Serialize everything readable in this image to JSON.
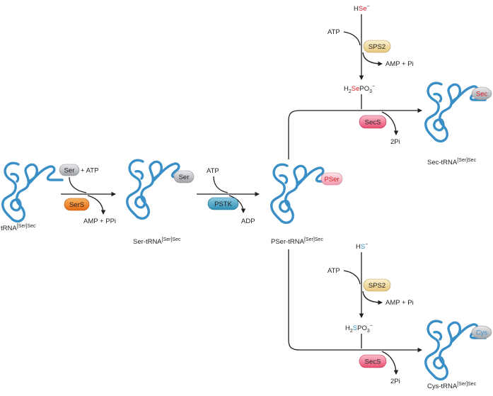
{
  "colors": {
    "trna": "#3a8fc7",
    "ser_pill": "#c8c9cc",
    "sers_enzyme": "#f07c1e",
    "pstk_enzyme": "#3d9ebf",
    "sps2_enzyme": "#f4dfa6",
    "secs_enzyme": "#f06b85",
    "pser_pill": "#f6a9b8",
    "sec_pill": "#c8c9cc",
    "cys_pill": "#c8c9cc",
    "selenium_text": "#d7202a",
    "sulfur_text": "#3a8fc7"
  },
  "icons": {
    "trna": "trna-cloverleaf-icon",
    "arrow": "reaction-arrow-icon"
  },
  "nodes": {
    "trna_free": {
      "main": "tRNA",
      "sup": "[Ser]Sec"
    },
    "ser_trna": {
      "main": "Ser-tRNA",
      "sup": "[Ser]Sec"
    },
    "pser_trna": {
      "main": "PSer-tRNA",
      "sup": "[Ser]Sec"
    },
    "sec_trna": {
      "main": "Sec-tRNA",
      "sup": "[Ser]Sec"
    },
    "cys_trna": {
      "main": "Cys-tRNA",
      "sup": "[Ser]Sec"
    }
  },
  "tags": {
    "ser": "Ser",
    "ser_on_trna": "Ser",
    "pser": "PSer",
    "sec": "Sec",
    "cys": "Cys"
  },
  "enzymes": {
    "sers": "SerS",
    "pstk": "PSTK",
    "sps2_top": "SPS2",
    "sps2_bottom": "SPS2",
    "secs_top": "SecS",
    "secs_bottom": "SecS"
  },
  "reactants": {
    "plus_atp": "+ ATP",
    "amp_ppi": "AMP + PPi",
    "atp_pstk": "ATP",
    "adp": "ADP",
    "hse_h": "H",
    "hse_se": "Se",
    "hse_charge": "−",
    "atp_top": "ATP",
    "amp_pi_top": "AMP + Pi",
    "selenophosphate": {
      "h": "H",
      "h_sub": "2",
      "se": "Se",
      "po": "PO",
      "po_sub": "3",
      "charge": "−"
    },
    "two_pi_top": "2Pi",
    "hs_h": "H",
    "hs_s": "S",
    "hs_charge": "−",
    "atp_bottom": "ATP",
    "amp_pi_bottom": "AMP + Pi",
    "thiophosphate": {
      "h": "H",
      "h_sub": "2",
      "s": "S",
      "po": "PO",
      "po_sub": "3",
      "charge": "−"
    },
    "two_pi_bottom": "2Pi"
  }
}
